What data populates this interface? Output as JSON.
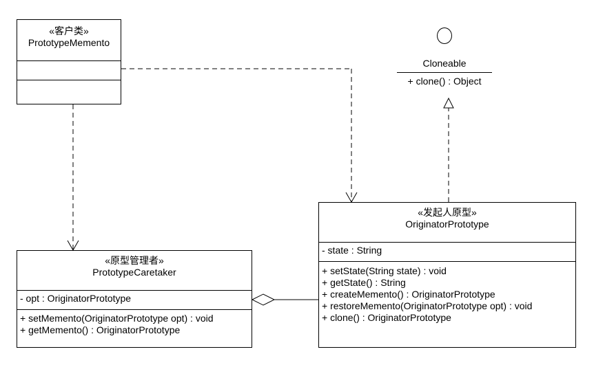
{
  "client": {
    "stereotype": "«客户类»",
    "name": "PrototypeMemento",
    "attributes": [],
    "operations": []
  },
  "caretaker": {
    "stereotype": "«原型管理者»",
    "name": "PrototypeCaretaker",
    "attributes": [
      "- opt : OriginatorPrototype"
    ],
    "operations": [
      "+ setMemento(OriginatorPrototype opt) : void",
      "+ getMemento() : OriginatorPrototype"
    ]
  },
  "originator": {
    "stereotype": "«发起人原型»",
    "name": "OriginatorPrototype",
    "attributes": [
      "- state : String"
    ],
    "operations": [
      "+ setState(String state) : void",
      "+ getState() : String",
      "+ createMemento() : OriginatorPrototype",
      "+ restoreMemento(OriginatorPrototype opt) : void",
      "+ clone() : OriginatorPrototype"
    ]
  },
  "interface": {
    "name": "Cloneable",
    "operations": [
      "+ clone() : Object"
    ]
  }
}
